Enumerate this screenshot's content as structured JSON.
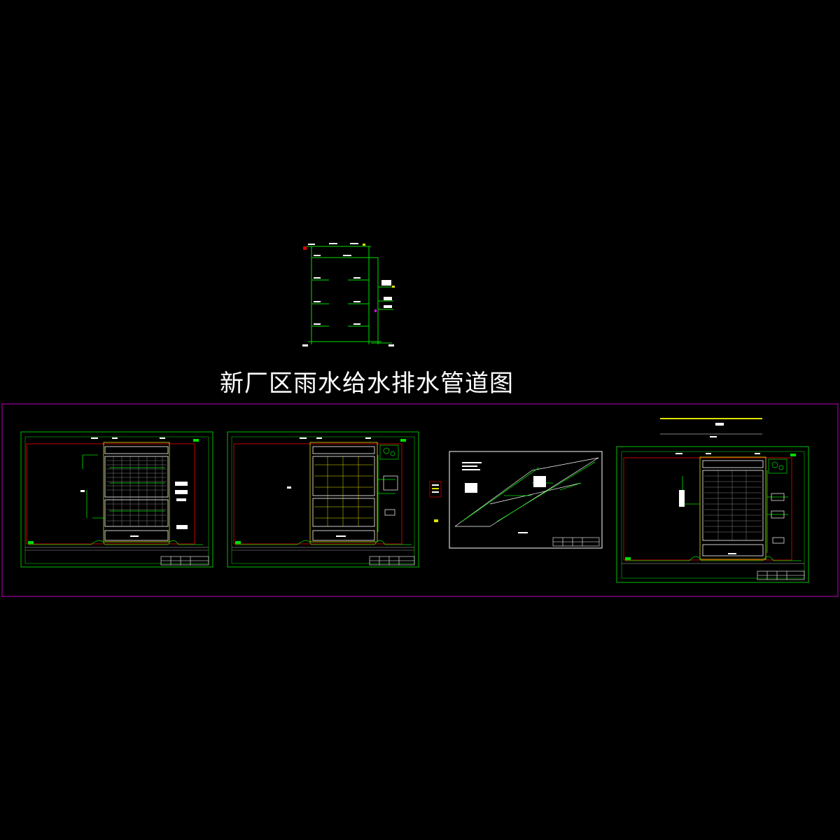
{
  "title": "新厂区雨水给水排水管道图",
  "colors": {
    "background": "#000000",
    "title": "#ffffff",
    "layout_frame": "#c000c0",
    "sheet_border": "#00c000",
    "site_boundary": "#c00000",
    "pipe_green": "#00e000",
    "grid_white": "#ffffff",
    "accent_yellow": "#e0e000",
    "cyan": "#00e0e0"
  },
  "sheets": [
    {
      "id": "sheet-1",
      "kind": "plan-dense-grid"
    },
    {
      "id": "sheet-2",
      "kind": "plan-open-grid"
    },
    {
      "id": "sheet-3",
      "kind": "isometric-system"
    },
    {
      "id": "sheet-4",
      "kind": "plan-long-blocks"
    }
  ]
}
